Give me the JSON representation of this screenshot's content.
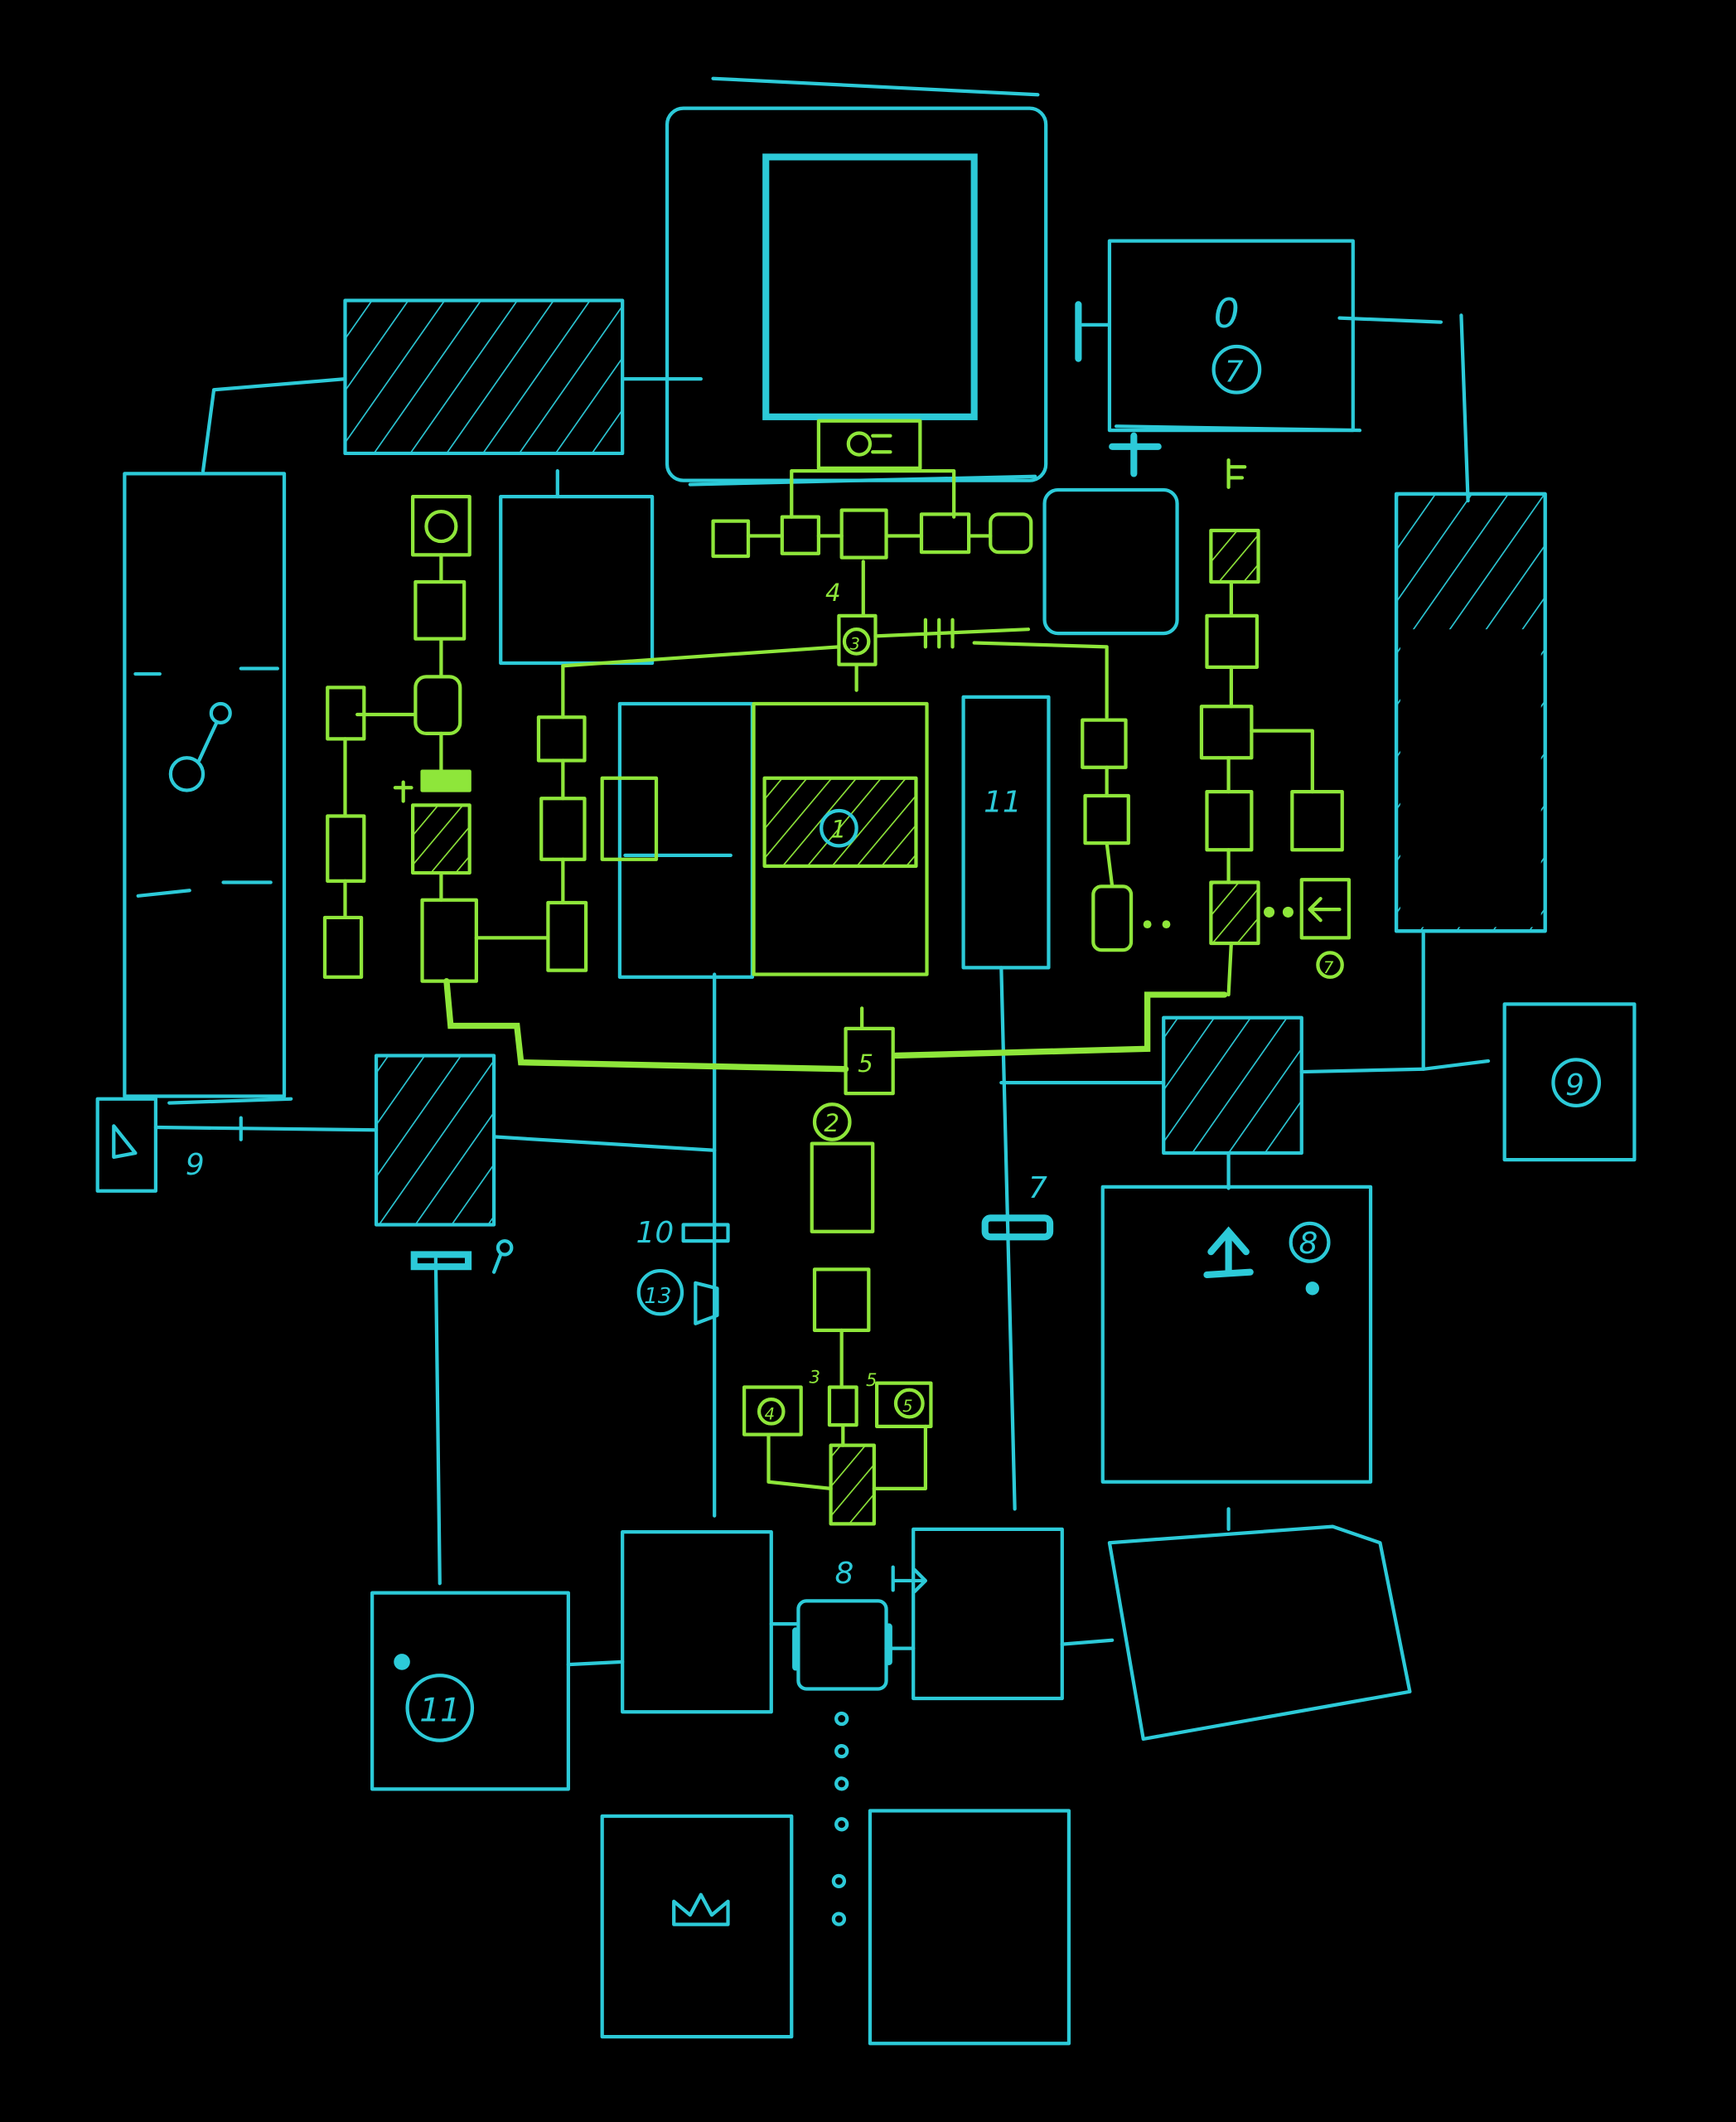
{
  "colors": {
    "background": "#000000",
    "outer_rooms": "#2ccad8",
    "inner_paths": "#8ee63a"
  },
  "labels": {
    "door_9": "9",
    "door_10": "10",
    "room_13": "13",
    "door_7": "7",
    "marker_11": "11",
    "door_8": "8",
    "room_0": "0",
    "room_7": "7",
    "room_9": "9",
    "room_8": "8",
    "room_11": "11",
    "node_5": "5",
    "node_2": "2",
    "node_1": "1",
    "node_3": "3",
    "node_4": "4",
    "node_5b": "5",
    "node_3_small": "3",
    "node_5_small": "5",
    "node_7": "7"
  },
  "icons": [
    "key-icon",
    "crown-icon",
    "skull-icon",
    "arrow-left-icon",
    "arrow-up-icon",
    "arrow-right-icon",
    "triangle-icon",
    "exclamation-icon"
  ]
}
